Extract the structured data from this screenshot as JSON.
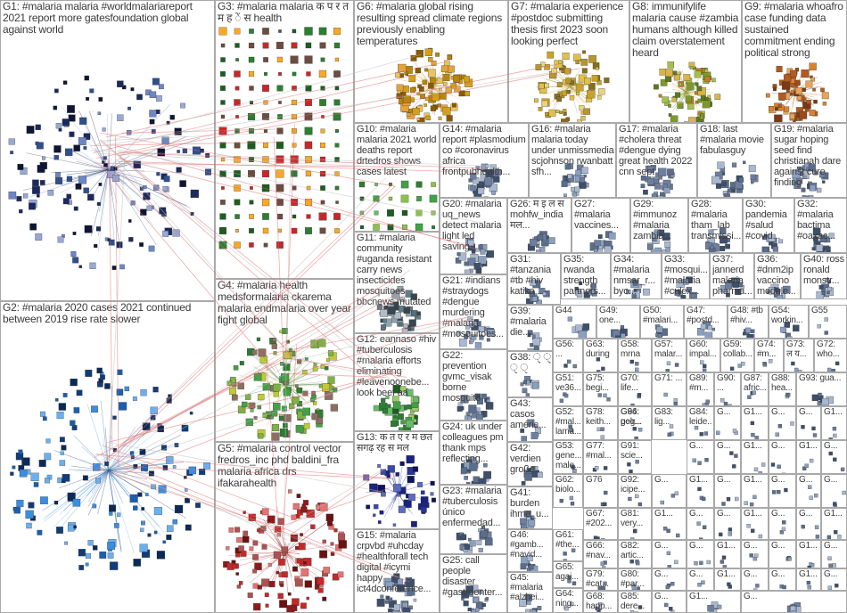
{
  "groups": [
    {
      "id": "G1",
      "label": "G1: #malaria malaria #worldmalariareport 2021 report more gatesfoundation global against world"
    },
    {
      "id": "G2",
      "label": "G2: #malaria 2020 cases 2021 continued between 2019 rise rate slower"
    },
    {
      "id": "G3",
      "label": "G3: #malaria malaria क प र त म ह ें स health"
    },
    {
      "id": "G4",
      "label": "G4: #malaria health medsformalaria ckarema malaria endmalaria over year fight global"
    },
    {
      "id": "G5",
      "label": "G5: #malaria control vector fredros_inc phd baldini_fra malaria africa drs ifakarahealth"
    },
    {
      "id": "G6",
      "label": "G6: #malaria global rising resulting spread climate regions previously enabling temperatures"
    },
    {
      "id": "G7",
      "label": "G7: #malaria experience #postdoc submitting thesis first 2023 soon looking perfect"
    },
    {
      "id": "G8",
      "label": "G8: immunifylife malaria cause #zambia humans although killed claim overstatement heard"
    },
    {
      "id": "G9",
      "label": "G9: #malaria whoafro case funding data sustained commitment ending political strong"
    },
    {
      "id": "G10",
      "label": "G10: #malaria malaria 2021 world deaths report drtedros shows cases latest"
    },
    {
      "id": "G11",
      "label": "G11: #malaria community #uganda resistant carry news insecticides mosquitoes bbcnews mutated"
    },
    {
      "id": "G12",
      "label": "G12: eannaso #hiv #tuberculosis #malaria efforts eliminating #leavenoonebe... look beef aa"
    },
    {
      "id": "G13",
      "label": "G13: क त ए र म छत सगढ़ रह स मल"
    },
    {
      "id": "G14",
      "label": "G14: #malaria report #plasmodium co #coronavirus africa frontpubhealth..."
    },
    {
      "id": "G15",
      "label": "G15: #malaria crpvbd #uhcday #healthforall tech digital #icymi happy ict4dconference..."
    },
    {
      "id": "G16",
      "label": "G16: #malaria malaria today under unmissmedia scjohnson rwanbatt sfh..."
    },
    {
      "id": "G17",
      "label": "G17: #malaria #cholera threat #dengue dying great health 2022 cnn sept"
    },
    {
      "id": "G18",
      "label": "G18: last #malaria movie fabulasguy"
    },
    {
      "id": "G19",
      "label": "G19: #malaria sugar hoping seed find christianah dare against cure finding"
    },
    {
      "id": "G20",
      "label": "G20: #malaria uq_news detect malaria light led saving..."
    },
    {
      "id": "G21",
      "label": "G21: #indians #straydogs #dengue murdering #malaria #mosquitoes..."
    },
    {
      "id": "G22",
      "label": "G22: prevention gvmc_visak borne mosquito"
    },
    {
      "id": "G23",
      "label": "G23: #malaria #tuberculosis único enfermedad..."
    },
    {
      "id": "G24",
      "label": "G24: uk under colleagues pm thank mps reflecting..."
    },
    {
      "id": "G25",
      "label": "G25: call people disaster #gastroenter..."
    },
    {
      "id": "G26",
      "label": "G26: म इ ल स mohfw_india मल..."
    },
    {
      "id": "G27",
      "label": "G27: #malaria vaccines..."
    },
    {
      "id": "G28",
      "label": "G28: #malaria tham_lab transmissi..."
    },
    {
      "id": "G29",
      "label": "G29: #immunoz #malaria zambia..."
    },
    {
      "id": "G30",
      "label": "G30: pandemia #salud #covid..."
    },
    {
      "id": "G31",
      "label": "G31: #tanzania #tb #hiv katika..."
    },
    {
      "id": "G32",
      "label": "G32: #malaria bactima #oaxac..."
    },
    {
      "id": "G33",
      "label": "G33: #mosqui... #malaria #culex..."
    },
    {
      "id": "G34",
      "label": "G34: #malaria nmsar_r... byo..."
    },
    {
      "id": "G35",
      "label": "G35: rwanda strength partners..."
    },
    {
      "id": "G36",
      "label": "G36: #dnm2ip vaccino module..."
    },
    {
      "id": "G37",
      "label": "G37: jannerd malaria pharma..."
    },
    {
      "id": "G38",
      "label": "G38: ੑੑ ੑੑ ੑੑ ੑੑ"
    },
    {
      "id": "G39",
      "label": "G39: #malaria die..."
    },
    {
      "id": "G40",
      "label": "G40: ross ronald monstr..."
    },
    {
      "id": "G41",
      "label": "G41: burden ihme_u..."
    },
    {
      "id": "G42",
      "label": "G42: verdien große..."
    },
    {
      "id": "G43",
      "label": "G43: casos améric..."
    },
    {
      "id": "G44",
      "label": "G44"
    },
    {
      "id": "G45",
      "label": "G45: #malaria #alzhei..."
    },
    {
      "id": "G46",
      "label": "G46: #gamb... #navid..."
    },
    {
      "id": "G47",
      "label": "G47: #postd..."
    },
    {
      "id": "G48",
      "label": "G48: #tb #hiv..."
    },
    {
      "id": "G49",
      "label": "G49: one..."
    },
    {
      "id": "G50",
      "label": "G50: #malari..."
    },
    {
      "id": "G51",
      "label": "G51: ve36..."
    },
    {
      "id": "G52",
      "label": "G52: #mal... lama..."
    },
    {
      "id": "G53",
      "label": "G53: gene... male..."
    },
    {
      "id": "G54",
      "label": "G54: workin..."
    },
    {
      "id": "G55",
      "label": "G55"
    },
    {
      "id": "G56",
      "label": "G56: ..."
    },
    {
      "id": "G57",
      "label": "G57: malar..."
    },
    {
      "id": "G58",
      "label": "G58: mrna"
    },
    {
      "id": "G59",
      "label": "G59: collab..."
    },
    {
      "id": "G60",
      "label": "G60: impal..."
    },
    {
      "id": "G61",
      "label": "G61: #the..."
    },
    {
      "id": "G62",
      "label": "G62: biolo..."
    },
    {
      "id": "G63",
      "label": "G63: during"
    },
    {
      "id": "G64",
      "label": "G64: ning..."
    },
    {
      "id": "G65",
      "label": "G65: agai..."
    },
    {
      "id": "G66",
      "label": "G66: #nav..."
    },
    {
      "id": "G67",
      "label": "G67: #202..."
    },
    {
      "id": "G68",
      "label": "G68: happ..."
    },
    {
      "id": "G69",
      "label": "G69: #scie..."
    },
    {
      "id": "G70",
      "label": "G70: life..."
    },
    {
      "id": "G71",
      "label": "G71: ..."
    },
    {
      "id": "G72",
      "label": "G72: who..."
    },
    {
      "id": "G73",
      "label": "G73: ल य..."
    },
    {
      "id": "G74",
      "label": "G74: #m..."
    },
    {
      "id": "G75",
      "label": "G75: begi..."
    },
    {
      "id": "G76",
      "label": "G76"
    },
    {
      "id": "G77",
      "label": "G77: #mal..."
    },
    {
      "id": "G78",
      "label": "G78: keith..."
    },
    {
      "id": "G79",
      "label": "G79: #cat..."
    },
    {
      "id": "G80",
      "label": "G80: #par..."
    },
    {
      "id": "G81",
      "label": "G81: very..."
    },
    {
      "id": "G82",
      "label": "G82: artic..."
    },
    {
      "id": "G83",
      "label": "G83: lig..."
    },
    {
      "id": "G84",
      "label": "G84: leide..."
    },
    {
      "id": "G85",
      "label": "G85: dere..."
    },
    {
      "id": "G86",
      "label": "G86: geg..."
    },
    {
      "id": "G87",
      "label": "G87: afric..."
    },
    {
      "id": "G88",
      "label": "G88: hea..."
    },
    {
      "id": "G89",
      "label": "G89: #m..."
    },
    {
      "id": "G90",
      "label": "G90: ..."
    },
    {
      "id": "G91",
      "label": "G91: scie..."
    },
    {
      "id": "G92",
      "label": "G92: icipe..."
    },
    {
      "id": "G93",
      "label": "G93: gua..."
    },
    {
      "id": "G94",
      "label": "G94: polr..."
    },
    {
      "id": "Gs1",
      "label": "G..."
    },
    {
      "id": "Gs2",
      "label": "G1..."
    },
    {
      "id": "Gs3",
      "label": "G..."
    },
    {
      "id": "Gs4",
      "label": "G..."
    },
    {
      "id": "Gs5",
      "label": "G1..."
    },
    {
      "id": "Gs6",
      "label": "G..."
    },
    {
      "id": "Gs7",
      "label": "G..."
    },
    {
      "id": "Gs8",
      "label": "G1..."
    },
    {
      "id": "Gs9",
      "label": "G..."
    },
    {
      "id": "Gs10",
      "label": "G1..."
    },
    {
      "id": "Gs11",
      "label": "G..."
    },
    {
      "id": "Gs12",
      "label": "G..."
    },
    {
      "id": "Gs13",
      "label": "G1..."
    },
    {
      "id": "Gs14",
      "label": "G..."
    },
    {
      "id": "Gs15",
      "label": "G1..."
    },
    {
      "id": "Gs16",
      "label": "G..."
    },
    {
      "id": "Gs17",
      "label": "G..."
    },
    {
      "id": "Gs18",
      "label": "G..."
    },
    {
      "id": "Gs19",
      "label": "G1..."
    },
    {
      "id": "Gs20",
      "label": "G..."
    },
    {
      "id": "Gs21",
      "label": "G..."
    },
    {
      "id": "Gs22",
      "label": "G1..."
    },
    {
      "id": "Gs23",
      "label": "G..."
    },
    {
      "id": "Gs24",
      "label": "G..."
    },
    {
      "id": "Gs25",
      "label": "G1..."
    },
    {
      "id": "Gs26",
      "label": "G..."
    },
    {
      "id": "Gs27",
      "label": "G..."
    },
    {
      "id": "Gs28",
      "label": "G1..."
    },
    {
      "id": "Gs29",
      "label": "G..."
    },
    {
      "id": "Gs30",
      "label": "G..."
    },
    {
      "id": "Gs31",
      "label": "G1..."
    },
    {
      "id": "Gs32",
      "label": "G..."
    },
    {
      "id": "Gs33",
      "label": "G..."
    },
    {
      "id": "Gs34",
      "label": "G..."
    },
    {
      "id": "Gs35",
      "label": "G1..."
    },
    {
      "id": "Gs36",
      "label": "G..."
    },
    {
      "id": "Gs37",
      "label": "G..."
    },
    {
      "id": "Gs38",
      "label": "G1..."
    },
    {
      "id": "Gs39",
      "label": "G..."
    },
    {
      "id": "Gs40",
      "label": "G..."
    },
    {
      "id": "Gs41",
      "label": "G1..."
    },
    {
      "id": "Gs42",
      "label": "G..."
    }
  ],
  "colors": {
    "box_border": "#a9a9a9",
    "label_text": "#3a3a3a",
    "edge": "#e06a6a",
    "edge_muted": "#bdbdbd"
  }
}
